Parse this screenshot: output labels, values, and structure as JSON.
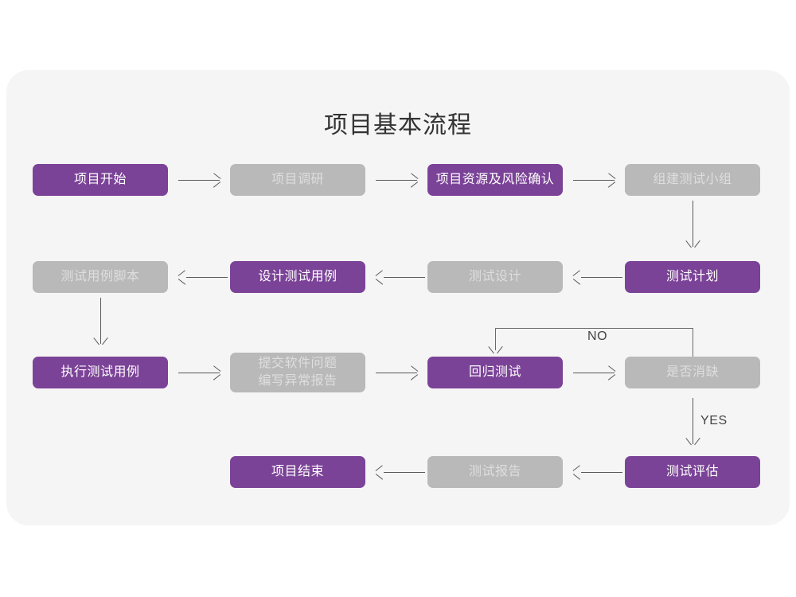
{
  "page": {
    "background_color": "#ffffff",
    "card_background": "#f5f5f5"
  },
  "chart": {
    "title": "项目基本流程",
    "type": "flowchart",
    "colors": {
      "active_node": "#7b4397",
      "active_node_text": "#ffffff",
      "inactive_node": "#b9b9b9",
      "inactive_node_text": "#dedede",
      "connector": "#5a5a5a",
      "label_text": "#444444"
    },
    "nodes": [
      {
        "id": "n1",
        "label": "项目开始",
        "style": "purple",
        "row": 1,
        "col": 1
      },
      {
        "id": "n2",
        "label": "项目调研",
        "style": "gray",
        "row": 1,
        "col": 2
      },
      {
        "id": "n3",
        "label": "项目资源及风险确认",
        "style": "purple",
        "row": 1,
        "col": 3
      },
      {
        "id": "n4",
        "label": "组建测试小组",
        "style": "gray",
        "row": 1,
        "col": 4
      },
      {
        "id": "n5",
        "label": "测试用例脚本",
        "style": "gray",
        "row": 2,
        "col": 1
      },
      {
        "id": "n6",
        "label": "设计测试用例",
        "style": "purple",
        "row": 2,
        "col": 2
      },
      {
        "id": "n7",
        "label": "测试设计",
        "style": "gray",
        "row": 2,
        "col": 3
      },
      {
        "id": "n8",
        "label": "测试计划",
        "style": "purple",
        "row": 2,
        "col": 4
      },
      {
        "id": "n9",
        "label": "执行测试用例",
        "style": "purple",
        "row": 3,
        "col": 1
      },
      {
        "id": "n10",
        "label": "提交软件问题\n编写异常报告",
        "style": "gray",
        "row": 3,
        "col": 2
      },
      {
        "id": "n11",
        "label": "回归测试",
        "style": "purple",
        "row": 3,
        "col": 3
      },
      {
        "id": "n12",
        "label": "是否消缺",
        "style": "gray",
        "row": 3,
        "col": 4
      },
      {
        "id": "n13",
        "label": "项目结束",
        "style": "purple",
        "row": 4,
        "col": 2
      },
      {
        "id": "n14",
        "label": "测试报告",
        "style": "gray",
        "row": 4,
        "col": 3
      },
      {
        "id": "n15",
        "label": "测试评估",
        "style": "purple",
        "row": 4,
        "col": 4
      }
    ],
    "edges": [
      {
        "from": "n1",
        "to": "n2",
        "direction": "right",
        "label": ""
      },
      {
        "from": "n2",
        "to": "n3",
        "direction": "right",
        "label": ""
      },
      {
        "from": "n3",
        "to": "n4",
        "direction": "right",
        "label": ""
      },
      {
        "from": "n4",
        "to": "n8",
        "direction": "down",
        "label": ""
      },
      {
        "from": "n8",
        "to": "n7",
        "direction": "left",
        "label": ""
      },
      {
        "from": "n7",
        "to": "n6",
        "direction": "left",
        "label": ""
      },
      {
        "from": "n6",
        "to": "n5",
        "direction": "left",
        "label": ""
      },
      {
        "from": "n5",
        "to": "n9",
        "direction": "down",
        "label": ""
      },
      {
        "from": "n9",
        "to": "n10",
        "direction": "right",
        "label": ""
      },
      {
        "from": "n10",
        "to": "n11",
        "direction": "right",
        "label": ""
      },
      {
        "from": "n11",
        "to": "n12",
        "direction": "right",
        "label": ""
      },
      {
        "from": "n12",
        "to": "n11",
        "direction": "loop-up-left",
        "label": "NO"
      },
      {
        "from": "n12",
        "to": "n15",
        "direction": "down",
        "label": "YES"
      },
      {
        "from": "n15",
        "to": "n14",
        "direction": "left",
        "label": ""
      },
      {
        "from": "n14",
        "to": "n13",
        "direction": "left",
        "label": ""
      }
    ],
    "edge_labels": {
      "no": "NO",
      "yes": "YES"
    }
  }
}
